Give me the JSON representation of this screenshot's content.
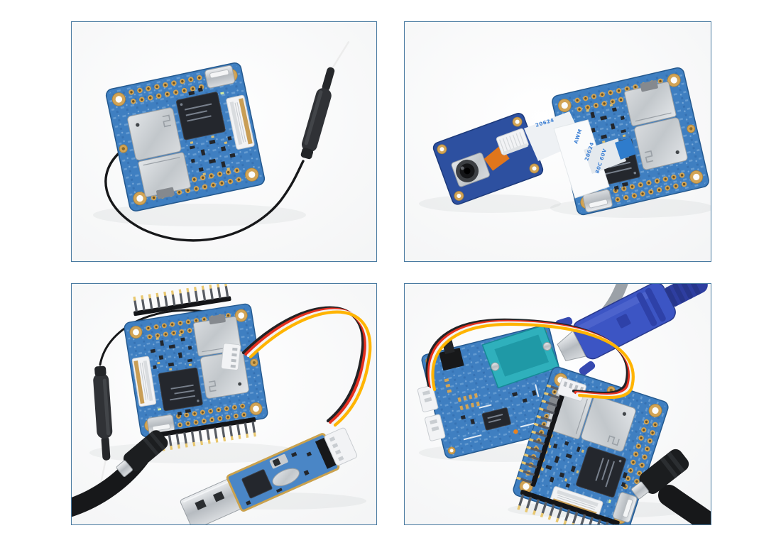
{
  "page": {
    "background": "#ffffff",
    "panel_border_color": "#4a7ba1"
  },
  "product_gallery": {
    "panels": [
      {
        "id": "board-with-antenna",
        "label": "Blue IoT development board with attached external WiFi antenna"
      },
      {
        "id": "board-with-camera",
        "label": "Camera module connected to the development board with a white flat ribbon cable"
      },
      {
        "id": "board-with-serial-adapter",
        "label": "Development board with pin headers wired to a USB to serial adapter and micro USB cable"
      },
      {
        "id": "board-with-vga-adapter",
        "label": "VGA adapter board wired to the development board, with VGA plug and micro USB cable"
      }
    ]
  },
  "ribbon_cable": {
    "markings": [
      "AWM",
      "20624",
      "80C 60V"
    ]
  },
  "colors": {
    "pcb_blue": "#3f7fc1",
    "pcb_blue_dark": "#24598f",
    "pcb_navy": "#2d50a0",
    "teal": "#2fb0bc",
    "vga_blue": "#3c55c4",
    "gold": "#d2a455",
    "silver_edge": "#989ea3",
    "chip_black": "#24272d",
    "wire_black": "#222326",
    "wire_red": "#e5301f",
    "wire_white": "#f2f2f2",
    "wire_yellow": "#ffb400",
    "cable_black": "#17181a",
    "ribbon_text_blue": "#3b7fd4",
    "flex_orange": "#e0761c"
  }
}
